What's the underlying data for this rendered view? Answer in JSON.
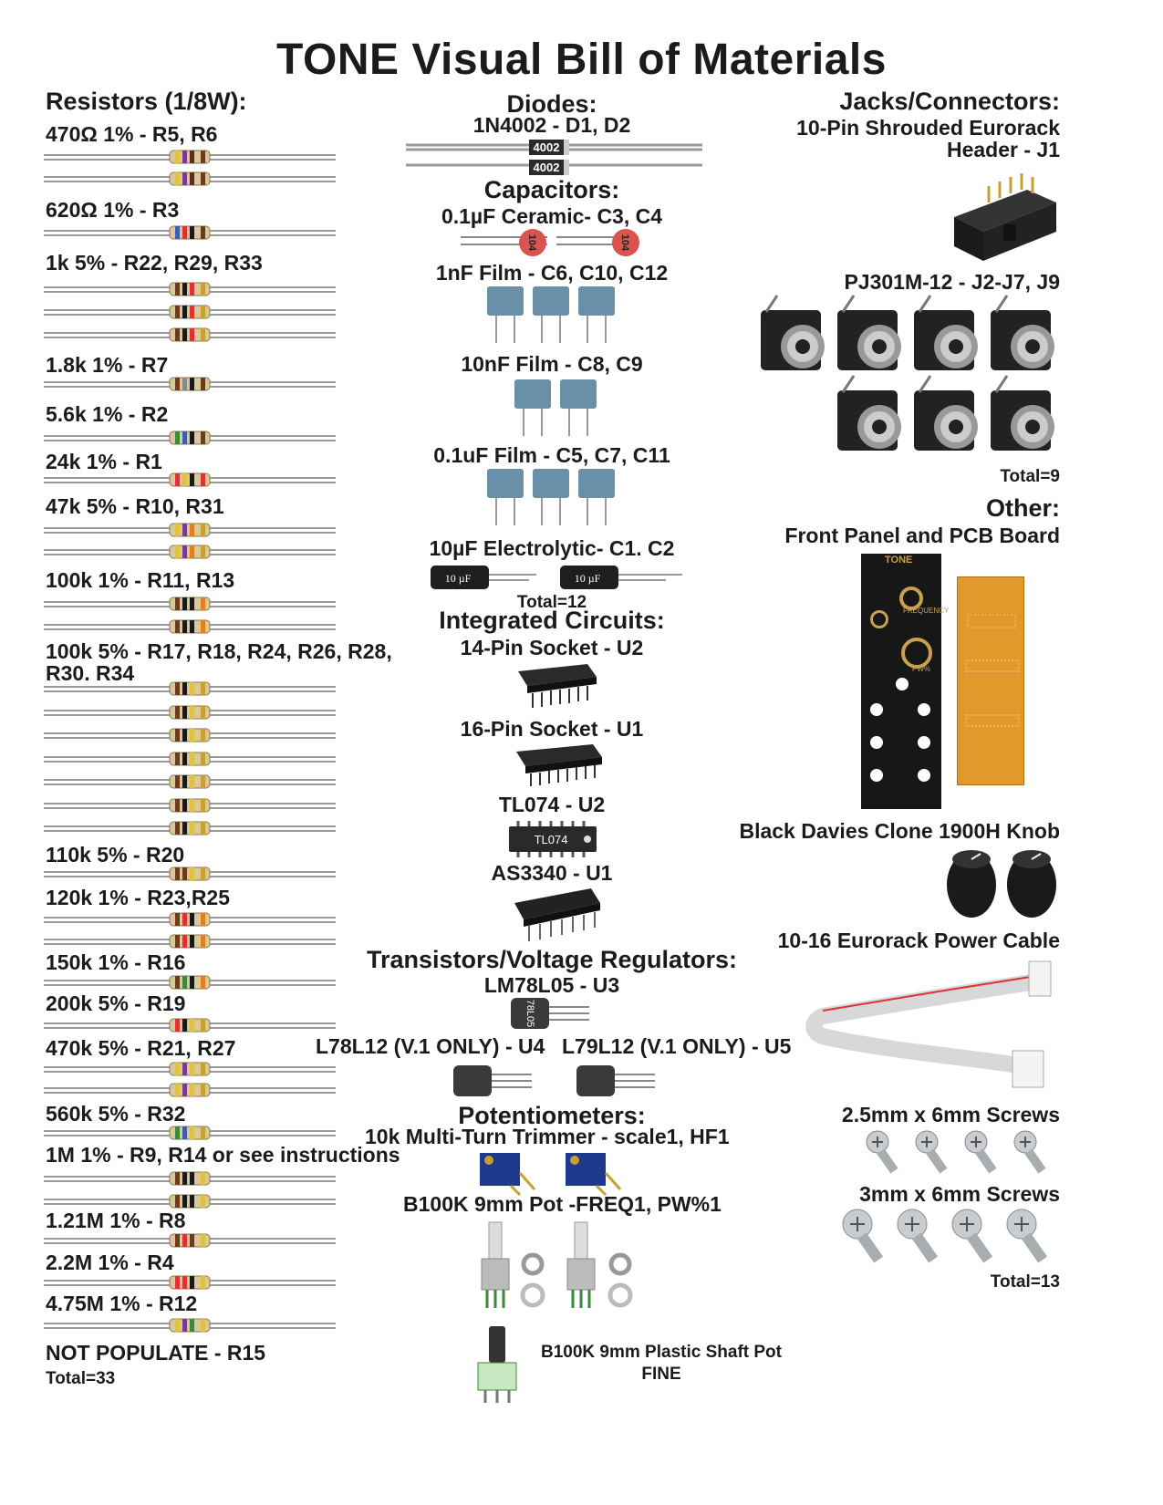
{
  "title": "TONE Visual Bill of Materials",
  "resistors": {
    "heading": "Resistors (1/8W):",
    "groups": [
      {
        "label": "470Ω 1% - R5, R6",
        "count": 2,
        "bands": [
          "#e0c040",
          "#7a3c8c",
          "#5b2d1a",
          "#6b3c1c"
        ]
      },
      {
        "label": "620Ω 1% - R3",
        "count": 1,
        "bands": [
          "#3a5fb0",
          "#d33",
          "#1a1a1a",
          "#6b3c1c"
        ]
      },
      {
        "label": "1k 5% - R22, R29, R33",
        "count": 3,
        "bands": [
          "#6b3c1c",
          "#1a1a1a",
          "#d33",
          "#c8a030"
        ]
      },
      {
        "label": "1.8k 1% - R7",
        "count": 1,
        "bands": [
          "#6b3c1c",
          "#888",
          "#1a1a1a",
          "#6b3c1c"
        ]
      },
      {
        "label": "5.6k 1% - R2",
        "count": 1,
        "bands": [
          "#3a8a3a",
          "#3a5fb0",
          "#1a1a1a",
          "#6b3c1c"
        ]
      },
      {
        "label": "24k 1% - R1",
        "count": 1,
        "bands": [
          "#d33",
          "#e0c040",
          "#1a1a1a",
          "#d33"
        ]
      },
      {
        "label": "47k 5% - R10, R31",
        "count": 2,
        "bands": [
          "#e0c040",
          "#7a3c8c",
          "#e08020",
          "#c8a030"
        ]
      },
      {
        "label": "100k 1% - R11, R13",
        "count": 2,
        "bands": [
          "#6b3c1c",
          "#1a1a1a",
          "#1a1a1a",
          "#e08020"
        ]
      },
      {
        "label": "100k 5% - R17, R18, R24, R26, R28,",
        "label2": "R30. R34",
        "count": 7,
        "bands": [
          "#6b3c1c",
          "#1a1a1a",
          "#e0c040",
          "#c8a030"
        ]
      },
      {
        "label": "110k 5% - R20",
        "count": 1,
        "bands": [
          "#6b3c1c",
          "#6b3c1c",
          "#e0c040",
          "#c8a030"
        ]
      },
      {
        "label": "120k 1% - R23,R25",
        "count": 2,
        "bands": [
          "#6b3c1c",
          "#d33",
          "#1a1a1a",
          "#e08020"
        ]
      },
      {
        "label": "150k 1% - R16",
        "count": 1,
        "bands": [
          "#6b3c1c",
          "#3a8a3a",
          "#1a1a1a",
          "#e08020"
        ]
      },
      {
        "label": "200k 5% - R19",
        "count": 1,
        "bands": [
          "#d33",
          "#1a1a1a",
          "#e0c040",
          "#c8a030"
        ]
      },
      {
        "label": "470k 5% - R21, R27",
        "count": 2,
        "bands": [
          "#e0c040",
          "#7a3c8c",
          "#e0c040",
          "#c8a030"
        ]
      },
      {
        "label": "560k 5% - R32",
        "count": 1,
        "bands": [
          "#3a8a3a",
          "#3a5fb0",
          "#e0c040",
          "#c8a030"
        ]
      },
      {
        "label": "1M 1% - R9, R14 or see instructions",
        "count": 2,
        "bands": [
          "#6b3c1c",
          "#1a1a1a",
          "#1a1a1a",
          "#e0c040"
        ]
      },
      {
        "label": "1.21M 1% - R8",
        "count": 1,
        "bands": [
          "#6b3c1c",
          "#d33",
          "#6b3c1c",
          "#e0c040"
        ]
      },
      {
        "label": "2.2M 1% - R4",
        "count": 1,
        "bands": [
          "#d33",
          "#d33",
          "#1a1a1a",
          "#e0c040"
        ]
      },
      {
        "label": "4.75M 1% - R12",
        "count": 1,
        "bands": [
          "#e0c040",
          "#7a3c8c",
          "#3a8a3a",
          "#e0c040"
        ]
      },
      {
        "label": "NOT POPULATE - R15",
        "count": 0,
        "bands": []
      }
    ],
    "total": "Total=33"
  },
  "diodes": {
    "heading": "Diodes:",
    "label": "1N4002 - D1, D2",
    "marking": "4002"
  },
  "capacitors": {
    "heading": "Capacitors:",
    "ceramic_label": "0.1µF Ceramic- C3, C4",
    "ceramic_mark": "104",
    "film1_label": "1nF Film - C6, C10, C12",
    "film2_label": "10nF Film - C8, C9",
    "film3_label": "0.1uF Film - C5, C7, C11",
    "elec_label": "10µF Electrolytic- C1. C2",
    "elec_mark": "10 µF",
    "total": "Total=12"
  },
  "ics": {
    "heading": "Integrated Circuits:",
    "socket14_label": "14-Pin Socket - U2",
    "socket16_label": "16-Pin Socket - U1",
    "tl074_label": "TL074 - U2",
    "tl074_mark": "TL074",
    "as3340_label": "AS3340 - U1"
  },
  "transistors": {
    "heading": "Transistors/Voltage Regulators:",
    "lm78_label": "LM78L05 - U3",
    "lm78_mark": "78L05",
    "l78_label": "L78L12 (V.1 ONLY) - U4",
    "l79_label": "L79L12 (V.1 ONLY) - U5"
  },
  "pots": {
    "heading": "Potentiometers:",
    "trimmer_label": "10k Multi-Turn Trimmer - scale1, HF1",
    "b100k_label": "B100K 9mm Pot -FREQ1, PW%1",
    "plastic_label": "B100K 9mm Plastic Shaft Pot",
    "plastic_label2": "FINE"
  },
  "jacks": {
    "heading": "Jacks/Connectors:",
    "header_label": "10-Pin Shrouded Eurorack",
    "header_label2": "Header - J1",
    "pj_label": "PJ301M-12 - J2-J7, J9",
    "total": "Total=9"
  },
  "other": {
    "heading": "Other:",
    "panel_label": "Front Panel and PCB Board",
    "panel_name": "TONE",
    "panel_freq": "FREQUENCY",
    "panel_pw": "PW%",
    "knob_label": "Black Davies Clone 1900H Knob",
    "cable_label": "10-16 Eurorack Power Cable",
    "screw1_label": "2.5mm x 6mm Screws",
    "screw2_label": "3mm x 6mm Screws",
    "total": "Total=13"
  }
}
